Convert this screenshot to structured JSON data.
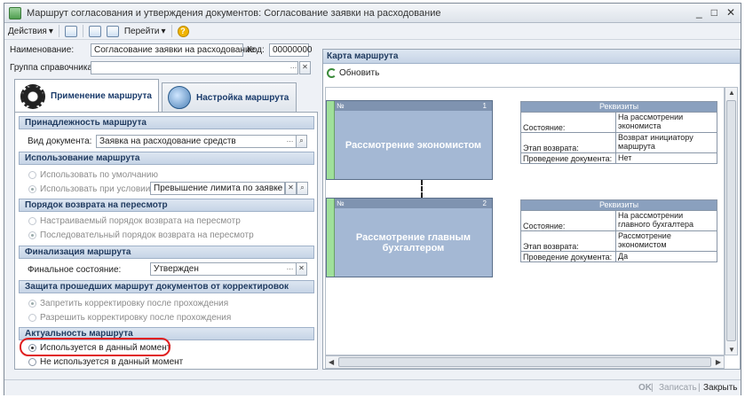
{
  "window": {
    "title": "Маршрут согласования и утверждения документов: Согласование заявки на расходование",
    "minimize": "_",
    "maximize": "□",
    "close": "✕"
  },
  "toolbar": {
    "actions": "Действия",
    "goto": "Перейти",
    "help": "?"
  },
  "form": {
    "name_label": "Наименование:",
    "name_value": "Согласование заявки на расходование",
    "code_label": "Код:",
    "code_value": "00000000",
    "group_label": "Группа справочника:",
    "group_value": ""
  },
  "tabs": [
    "Применение маршрута",
    "Настройка маршрута"
  ],
  "sections": {
    "belong": {
      "title": "Принадлежность маршрута",
      "doc_type_label": "Вид документа:",
      "doc_type_value": "Заявка на расходование средств"
    },
    "usage": {
      "title": "Использование маршрута",
      "opt_default": "Использовать по умолчанию",
      "opt_condition": "Использовать при условии",
      "condition_value": "Превышение лимита по заявке"
    },
    "review": {
      "title": "Порядок возврата на пересмотр",
      "opt_custom": "Настраиваемый порядок возврата на пересмотр",
      "opt_seq": "Последовательный порядок возврата на пересмотр"
    },
    "final": {
      "title": "Финализация маршрута",
      "state_label": "Финальное состояние:",
      "state_value": "Утвержден"
    },
    "protect": {
      "title": "Защита прошедших маршрут документов от корректировок",
      "opt_deny": "Запретить корректировку после прохождения",
      "opt_allow": "Разрешить корректировку после прохождения"
    },
    "actual": {
      "title": "Актуальность маршрута",
      "opt_used": "Используется в данный момент",
      "opt_unused": "Не используется в данный момент"
    }
  },
  "map": {
    "title": "Карта маршрута",
    "refresh": "Обновить",
    "stages": [
      {
        "no_label": "№",
        "num": "1",
        "name": "Рассмотрение экономистом"
      },
      {
        "no_label": "№",
        "num": "2",
        "name": "Рассмотрение главным бухгалтером"
      }
    ],
    "requisites": [
      {
        "title": "Реквизиты",
        "rows": [
          {
            "k": "Состояние:",
            "v": "На рассмотрении экономиста"
          },
          {
            "k": "Этап возврата:",
            "v": "Возврат инициатору маршрута"
          },
          {
            "k": "Проведение документа:",
            "v": "Нет"
          }
        ]
      },
      {
        "title": "Реквизиты",
        "rows": [
          {
            "k": "Состояние:",
            "v": "На рассмотрении главного бухгалтера"
          },
          {
            "k": "Этап возврата:",
            "v": "Рассмотрение экономистом"
          },
          {
            "k": "Проведение документа:",
            "v": "Да"
          }
        ]
      }
    ]
  },
  "footer": {
    "ok": "OK",
    "save": "Записать",
    "close": "Закрыть"
  }
}
